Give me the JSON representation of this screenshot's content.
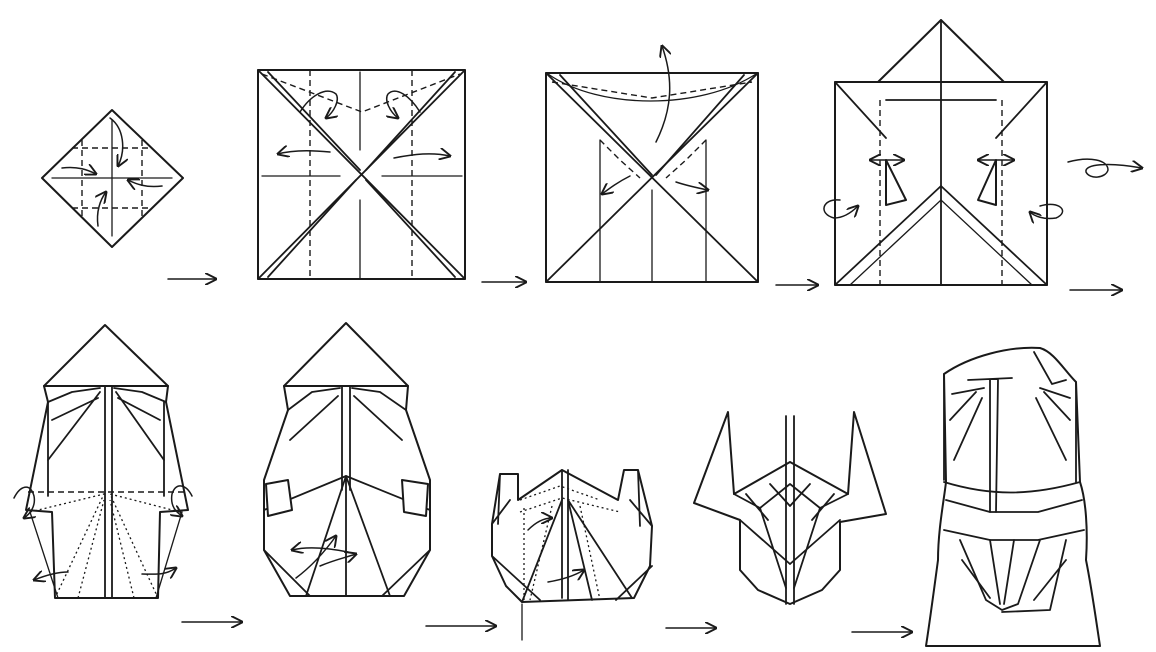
{
  "diagram": {
    "kind": "origami folding sequence",
    "ink_color": "#1a1a1a",
    "paper_color": "#ffffff",
    "steps": [
      {
        "id": 1,
        "row": 1
      },
      {
        "id": 2,
        "row": 1
      },
      {
        "id": 3,
        "row": 1
      },
      {
        "id": 4,
        "row": 1
      },
      {
        "id": 5,
        "row": 2
      },
      {
        "id": 6,
        "row": 2
      },
      {
        "id": 7,
        "row": 2
      },
      {
        "id": 8,
        "row": 2
      },
      {
        "id": 9,
        "row": 2
      }
    ],
    "transitions": 8
  }
}
